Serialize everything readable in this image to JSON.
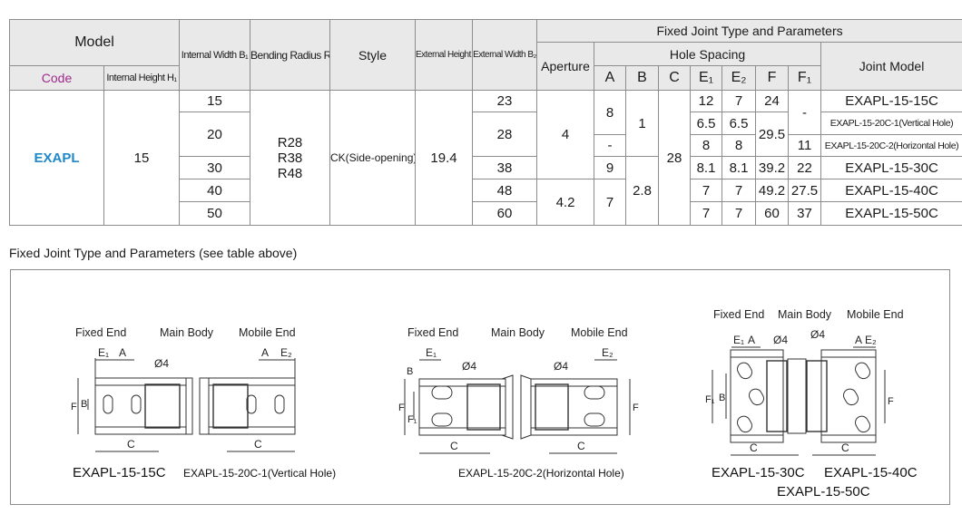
{
  "table": {
    "model": "Model",
    "code": "Code",
    "internal_height": "Internal Height H₁",
    "internal_width": "Internal Width B₁",
    "bending_radius": "Bending Radius R",
    "style": "Style",
    "external_height": "External Height H₂",
    "external_width": "External Width B₂",
    "fixed_joint": "Fixed Joint Type and Parameters",
    "aperture": "Aperture",
    "hole_spacing": "Hole Spacing",
    "col_a": "A",
    "col_b": "B",
    "col_c": "C",
    "col_e1": "E₁",
    "col_e2": "E₂",
    "col_f": "F",
    "col_f1": "F₁",
    "joint_model": "Joint Model",
    "code_value": "EXAPL",
    "height_value": "15",
    "radii": [
      "R28",
      "R38",
      "R48"
    ],
    "style_value": "CK(Side-opening)",
    "ext_height_value": "19.4",
    "aperture_values": [
      "4",
      "4.2"
    ],
    "c_value": "28",
    "b_values": [
      "1",
      "2.8"
    ],
    "f_merged": "29.5",
    "f1_dash": "-",
    "rows": [
      {
        "bw": "15",
        "ew": "23",
        "a": "8",
        "e1": "12",
        "e2": "7",
        "f": "24",
        "f1": "-",
        "jm": "EXAPL-15-15C"
      },
      {
        "jm": "EXAPL-15-20C-1(Vertical Hole)",
        "e1": "6.5",
        "e2": "6.5"
      },
      {
        "bw": "20",
        "ew": "28",
        "a": "-",
        "e1": "8",
        "e2": "8",
        "f1": "11",
        "jm": "EXAPL-15-20C-2(Horizontal Hole)"
      },
      {
        "bw": "30",
        "ew": "38",
        "a": "9",
        "e1": "8.1",
        "e2": "8.1",
        "f": "39.2",
        "f1": "22",
        "jm": "EXAPL-15-30C"
      },
      {
        "bw": "40",
        "ew": "48",
        "a": "7",
        "e1": "7",
        "e2": "7",
        "f": "49.2",
        "f1": "27.5",
        "jm": "EXAPL-15-40C"
      },
      {
        "bw": "50",
        "ew": "60",
        "e1": "7",
        "e2": "7",
        "f": "60",
        "f1": "37",
        "jm": "EXAPL-15-50C"
      }
    ]
  },
  "section_title": "Fixed Joint Type and Parameters (see table above)",
  "diagrams": {
    "fixed_end": "Fixed End",
    "main_body": "Main Body",
    "mobile_end": "Mobile End",
    "lbl_e1": "E₁",
    "lbl_e2": "E₂",
    "lbl_a": "A",
    "lbl_b": "B",
    "lbl_c": "C",
    "lbl_f": "F",
    "lbl_f1": "F₁",
    "lbl_phi4": "Ø4",
    "d1_caption_a": "EXAPL-15-15C",
    "d1_caption_b": "EXAPL-15-20C-1(Vertical Hole)",
    "d2_caption": "EXAPL-15-20C-2(Horizontal Hole)",
    "d3_caption_a": "EXAPL-15-30C",
    "d3_caption_b": "EXAPL-15-40C",
    "d3_caption_c": "EXAPL-15-50C"
  }
}
